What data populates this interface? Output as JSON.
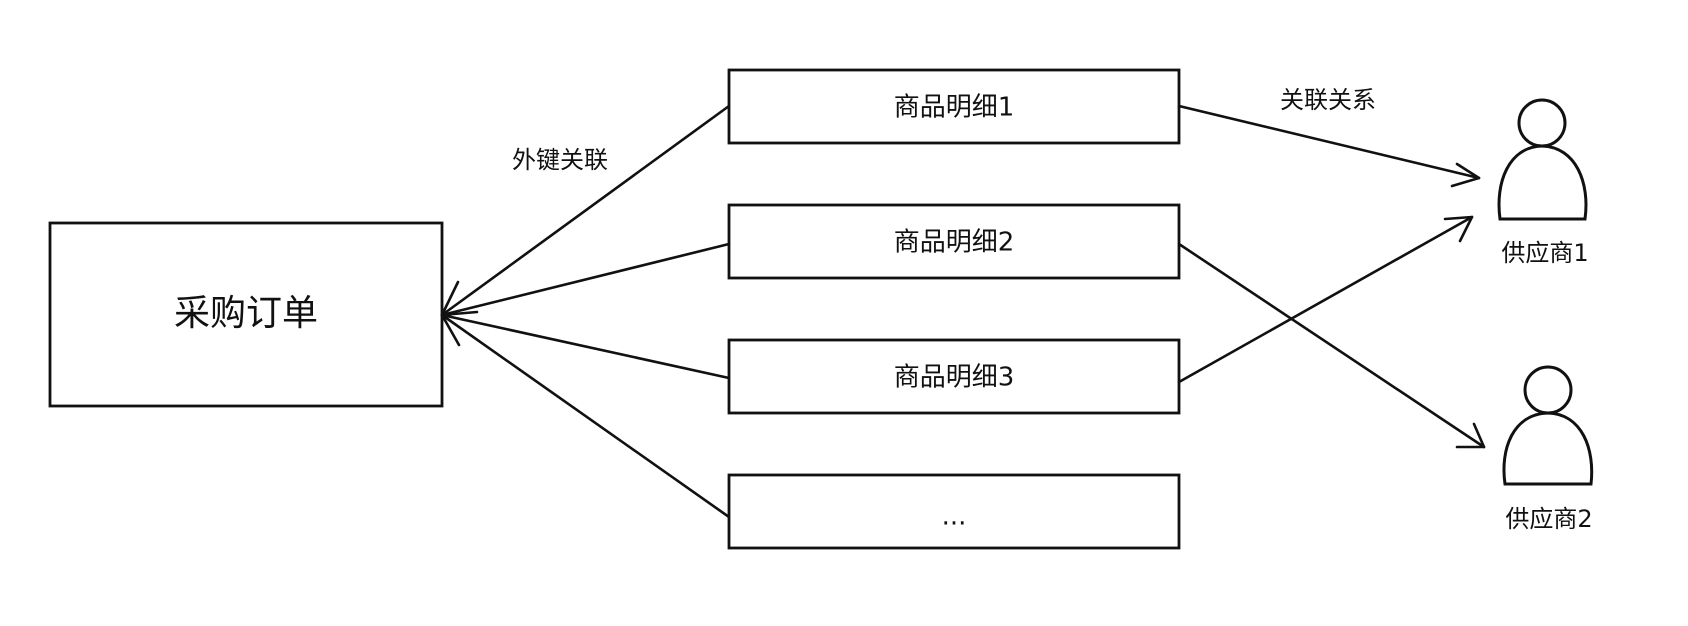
{
  "diagram": {
    "purchase_order": "采购订单",
    "item_details": [
      "商品明细1",
      "商品明细2",
      "商品明细3",
      "..."
    ],
    "foreign_key_label": "外键关联",
    "relation_label": "关联关系",
    "suppliers": [
      "供应商1",
      "供应商2"
    ]
  }
}
